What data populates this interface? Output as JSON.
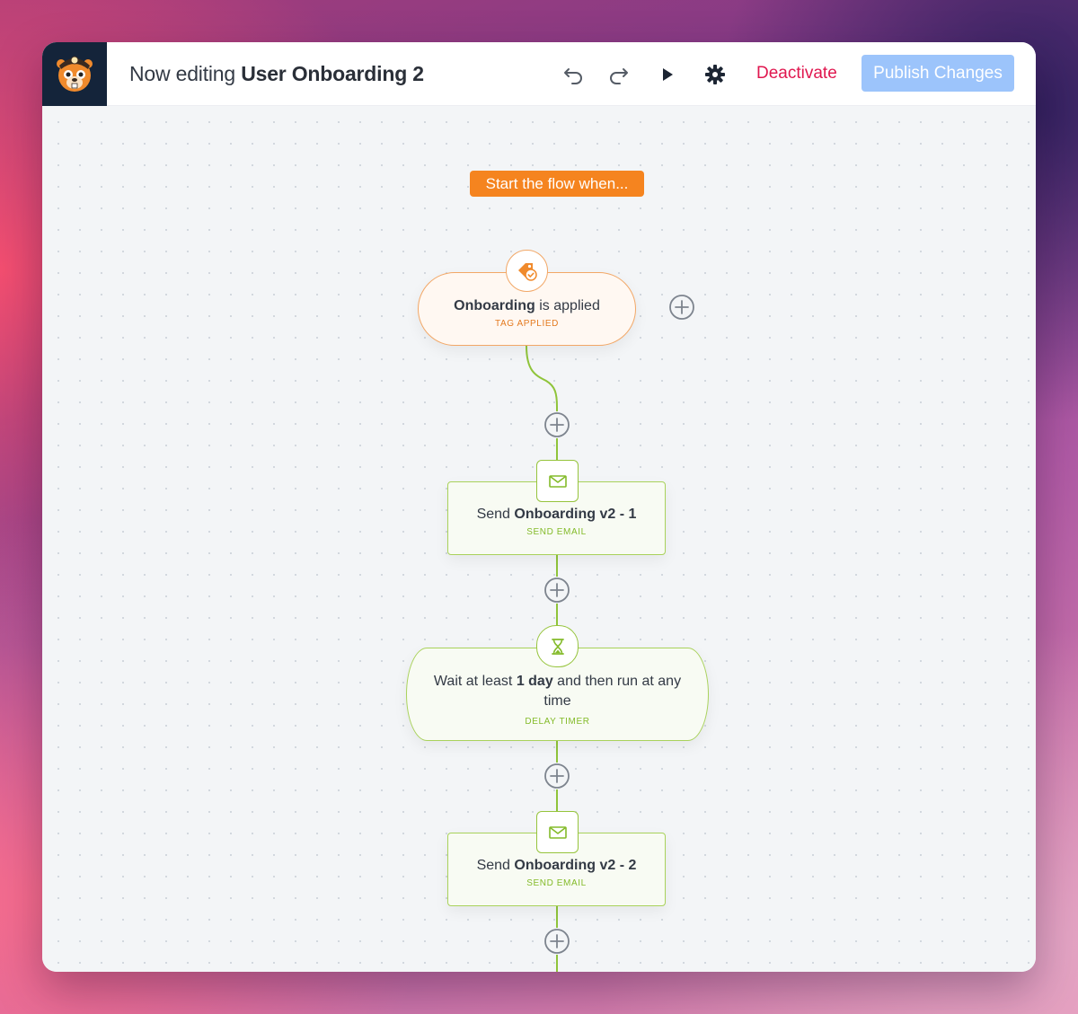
{
  "header": {
    "title_prefix": "Now editing",
    "flow_name": "User Onboarding 2",
    "deactivate_label": "Deactivate",
    "publish_label": "Publish Changes",
    "icons": [
      "undo-icon",
      "redo-icon",
      "play-icon",
      "gear-icon"
    ]
  },
  "canvas": {
    "start_label": "Start the flow when...",
    "trigger": {
      "name": "Onboarding",
      "text": " is applied",
      "type": "TAG APPLIED",
      "icon": "tag-check-icon"
    },
    "steps": [
      {
        "kind": "email",
        "prefix": "Send ",
        "name": "Onboarding v2 - 1",
        "type": "SEND EMAIL",
        "icon": "envelope-icon"
      },
      {
        "kind": "delay",
        "text_before": "Wait at least ",
        "duration": "1 day",
        "text_after": " and then run at any time",
        "type": "DELAY TIMER",
        "icon": "hourglass-icon"
      },
      {
        "kind": "email",
        "prefix": "Send ",
        "name": "Onboarding v2 - 2",
        "type": "SEND EMAIL",
        "icon": "envelope-icon"
      }
    ]
  },
  "colors": {
    "accent_orange": "#f5841f",
    "step_green": "#a9d25b",
    "deactivate_red": "#e0174f",
    "publish_blue": "#9cc4fb",
    "logo_bg": "#14243a"
  }
}
